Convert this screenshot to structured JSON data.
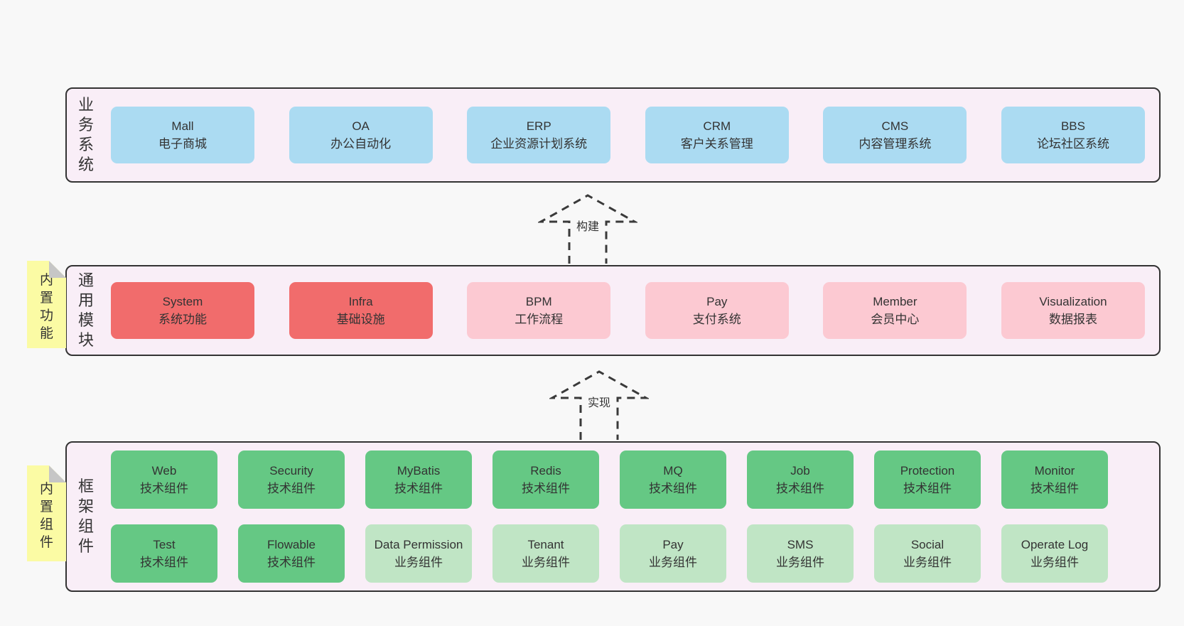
{
  "palette": {
    "page_bg": "#f8f8f8",
    "band_bg": "#f9eef7",
    "band_border": "#333333",
    "box_blue": "#abdbf2",
    "box_red": "#f16c6c",
    "box_pink": "#fcc9d2",
    "box_green": "#65c884",
    "box_light_green": "#c0e5c5",
    "sticky_yellow": "#fbfba4",
    "sticky_fold_gray": "#c6c6c6",
    "text": "#333333"
  },
  "arrows": [
    {
      "label": "构建"
    },
    {
      "label": "实现"
    }
  ],
  "bands": [
    {
      "label": "业务系统",
      "rows": [
        [
          {
            "name": "Mall",
            "desc": "电子商城"
          },
          {
            "name": "OA",
            "desc": "办公自动化"
          },
          {
            "name": "ERP",
            "desc": "企业资源计划系统"
          },
          {
            "name": "CRM",
            "desc": "客户关系管理"
          },
          {
            "name": "CMS",
            "desc": "内容管理系统"
          },
          {
            "name": "BBS",
            "desc": "论坛社区系统"
          }
        ]
      ]
    },
    {
      "label": "通用模块",
      "sticky": "内置功能",
      "rows": [
        [
          {
            "name": "System",
            "desc": "系统功能"
          },
          {
            "name": "Infra",
            "desc": "基础设施"
          },
          {
            "name": "BPM",
            "desc": "工作流程"
          },
          {
            "name": "Pay",
            "desc": "支付系统"
          },
          {
            "name": "Member",
            "desc": "会员中心"
          },
          {
            "name": "Visualization",
            "desc": "数据报表"
          }
        ]
      ]
    },
    {
      "label": "框架组件",
      "sticky": "内置组件",
      "rows": [
        [
          {
            "name": "Web",
            "desc": "技术组件"
          },
          {
            "name": "Security",
            "desc": "技术组件"
          },
          {
            "name": "MyBatis",
            "desc": "技术组件"
          },
          {
            "name": "Redis",
            "desc": "技术组件"
          },
          {
            "name": "MQ",
            "desc": "技术组件"
          },
          {
            "name": "Job",
            "desc": "技术组件"
          },
          {
            "name": "Protection",
            "desc": "技术组件"
          },
          {
            "name": "Monitor",
            "desc": "技术组件"
          }
        ],
        [
          {
            "name": "Test",
            "desc": "技术组件"
          },
          {
            "name": "Flowable",
            "desc": "技术组件"
          },
          {
            "name": "Data Permission",
            "desc": "业务组件"
          },
          {
            "name": "Tenant",
            "desc": "业务组件"
          },
          {
            "name": "Pay",
            "desc": "业务组件"
          },
          {
            "name": "SMS",
            "desc": "业务组件"
          },
          {
            "name": "Social",
            "desc": "业务组件"
          },
          {
            "name": "Operate Log",
            "desc": "业务组件"
          }
        ]
      ]
    }
  ]
}
